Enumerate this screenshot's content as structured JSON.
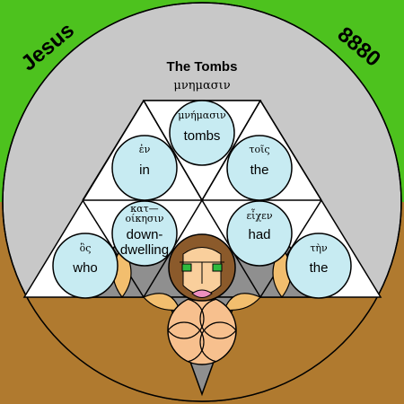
{
  "header": {
    "left_label": "Jesus",
    "right_label": "8880",
    "title": "The Tombs",
    "subtitle": "μνημασιν"
  },
  "circles": [
    {
      "greek": "μνήμασιν",
      "english": "tombs"
    },
    {
      "greek": "ἐν",
      "english": "in"
    },
    {
      "greek": "τοῖς",
      "english": "the"
    },
    {
      "greek": "κατ—\nοίκησιν",
      "english": "down-\ndwelling"
    },
    {
      "greek": "εἶχεν",
      "english": "had"
    },
    {
      "greek": "ὃς",
      "english": "who"
    },
    {
      "greek": "τὴν",
      "english": "the"
    }
  ],
  "colors": {
    "sky": "#4dc21e",
    "ground": "#b07a2f",
    "disc": "#c8c8c8",
    "word_circle": "#c7ebf2",
    "triangle_white": "#ffffff",
    "triangle_gray": "#8f8f8f",
    "petal": "#f2be6e",
    "face_skin": "#f9cf9c",
    "hair": "#8b5a2b",
    "eyes": "#2fbb3f",
    "mouth": "#ec8fbf",
    "lower_circle": "#f7c08e"
  }
}
